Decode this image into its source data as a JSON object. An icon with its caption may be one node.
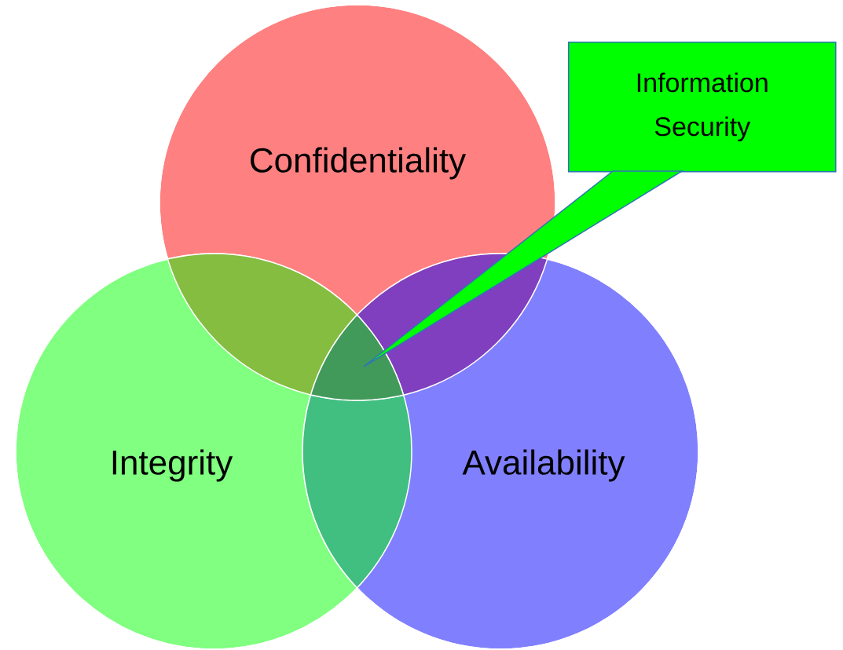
{
  "diagram": {
    "nodes": [
      {
        "text": [
          "Confidentiality"
        ]
      },
      {
        "text": [
          "Integrity"
        ]
      },
      {
        "text": [
          "Availability"
        ]
      },
      {
        "text": [
          "Information Security"
        ]
      },
      {
        "text": [],
        "shape": "region"
      }
    ],
    "edges": [
      {
        "from": 3,
        "to": 4,
        "arrow": "none"
      }
    ]
  }
}
